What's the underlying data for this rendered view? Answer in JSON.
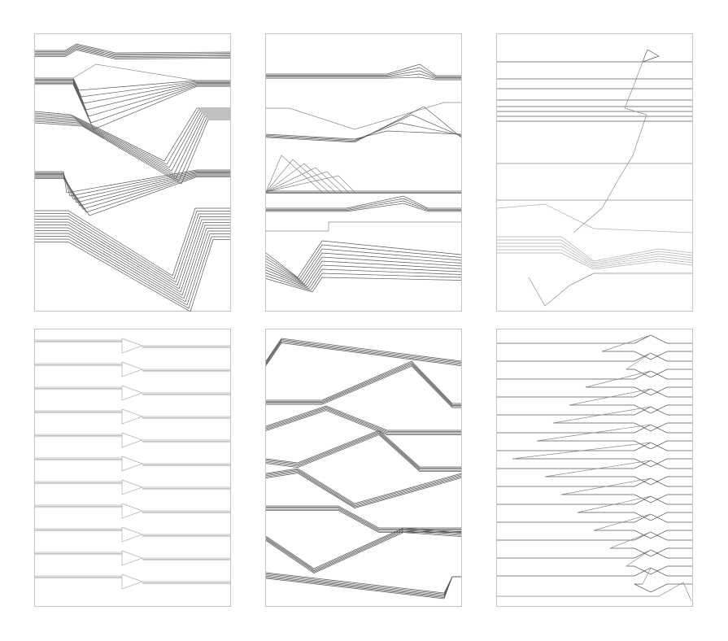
{
  "panels": [
    {
      "id": "panel-1"
    },
    {
      "id": "panel-2"
    },
    {
      "id": "panel-3"
    },
    {
      "id": "panel-4"
    },
    {
      "id": "panel-5"
    },
    {
      "id": "panel-6"
    }
  ]
}
